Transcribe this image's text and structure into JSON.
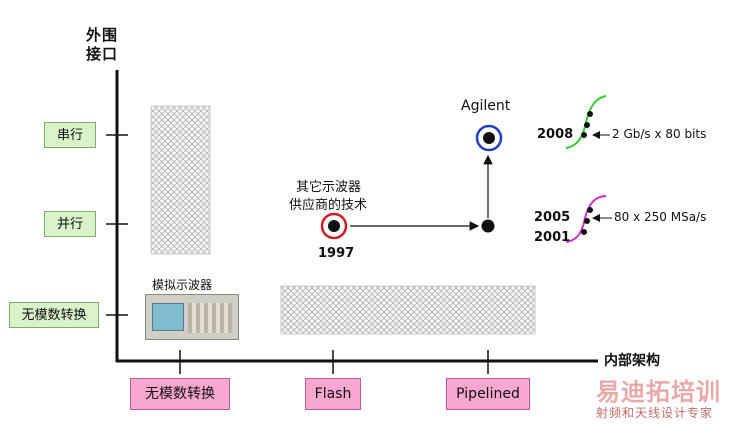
{
  "axes": {
    "y_label_line1": "外围",
    "y_label_line2": "接口",
    "x_label": "内部架构"
  },
  "y_categories": [
    "串行",
    "并行",
    "无模数转换"
  ],
  "x_categories": [
    "无模数转换",
    "Flash",
    "Pipelined"
  ],
  "labels": {
    "analog_scope": "模拟示波器",
    "other_vendor_line1": "其它示波器",
    "other_vendor_line2": "供应商的技术",
    "year_1997": "1997",
    "agilent": "Agilent",
    "year_2008": "2008",
    "spec_2008": "2 Gb/s x 80 bits",
    "year_2005": "2005",
    "year_2001": "2001",
    "spec_2005": "80 x 250 MSa/s"
  },
  "watermark": {
    "brand": "易迪拓培训",
    "tagline": "射频和天线设计专家"
  },
  "colors": {
    "axis": "#111111",
    "green_tag": "#d9f2c9",
    "pink_tag": "#f7a7d0",
    "red_ring": "#cc1f1f",
    "blue_ring": "#1f3fbf",
    "green_curve": "#33cc33",
    "magenta_curve": "#cc33cc"
  }
}
